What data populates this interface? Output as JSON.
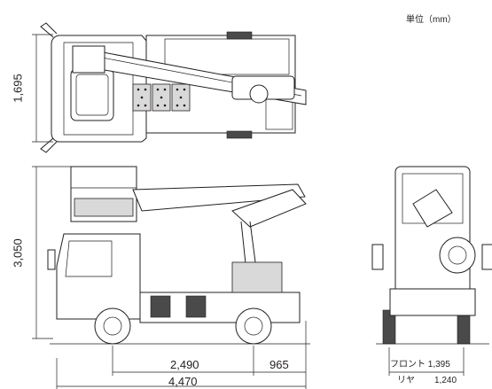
{
  "unit_label": "単位（mm）",
  "dimensions": {
    "top_width": "1,695",
    "height": "3,050",
    "wheelbase": "2,490",
    "rear_overhang": "965",
    "overall_length": "4,470",
    "front_tread": "フロント 1,395",
    "rear_tread_label": "リヤ",
    "rear_tread": "1,240"
  }
}
